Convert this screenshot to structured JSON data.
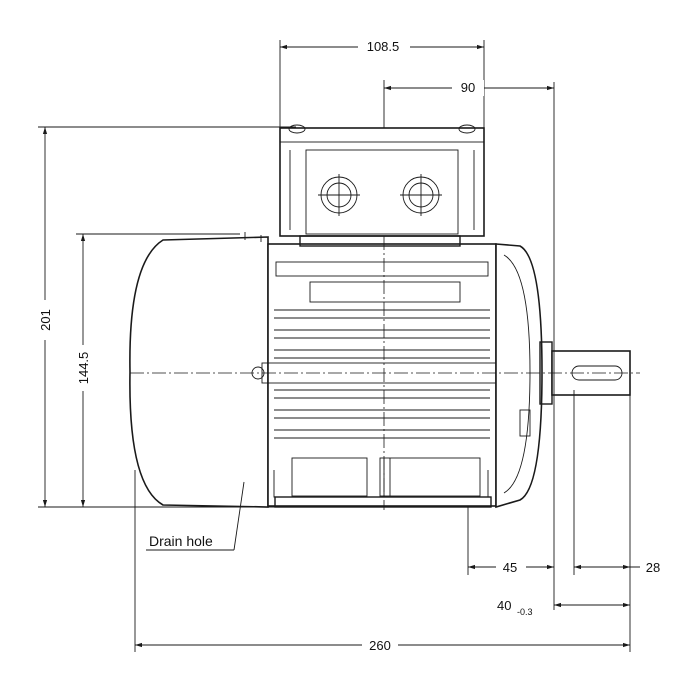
{
  "dimensions": {
    "top_width": "108.5",
    "box_offset": "90",
    "overall_height": "201",
    "fan_cover_height": "144.5",
    "foot_offset": "45",
    "shaft_length": "28",
    "flange_offset": "40",
    "flange_tolerance": "-0.3",
    "overall_length": "260"
  },
  "labels": {
    "drain_hole": "Drain hole"
  }
}
